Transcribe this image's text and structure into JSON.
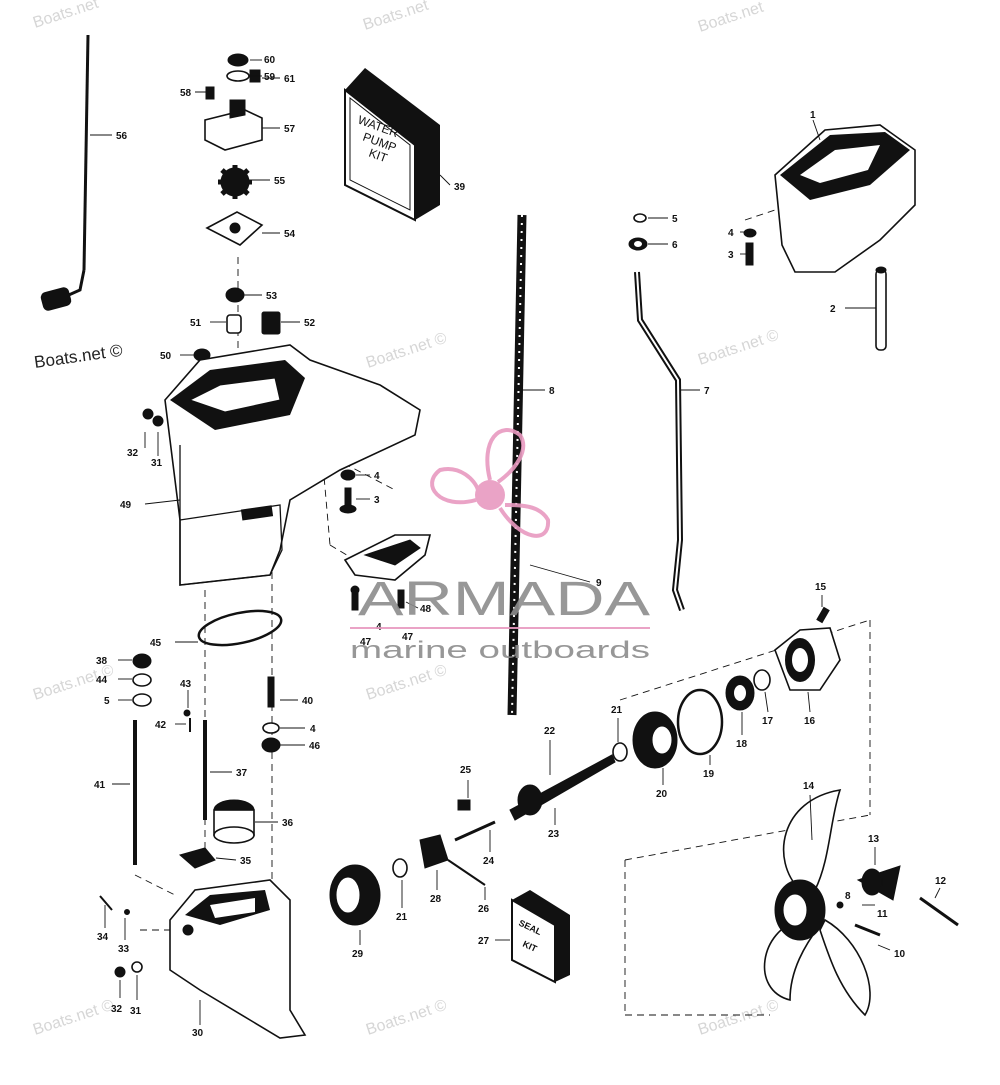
{
  "watermarks": {
    "site": "Boats.net",
    "site_copyright": "Boats.net ©"
  },
  "logo": {
    "brand": "ARMADA",
    "tagline": "marine outboards",
    "brand_color": "#e89ac0"
  },
  "boxes": {
    "water_pump_kit": [
      "WATER",
      "PUMP",
      "KIT"
    ],
    "seal_kit": [
      "SEAL",
      "KIT"
    ]
  },
  "labels": {
    "l1": "1",
    "l2": "2",
    "l3a": "3",
    "l4a": "4",
    "l5a": "5",
    "l6": "6",
    "l7": "7",
    "l8": "8",
    "l9": "9",
    "l3b": "3",
    "l4b": "4",
    "l10": "10",
    "l11": "11",
    "l12": "12",
    "l13": "13",
    "l14": "14",
    "l15": "15",
    "l16": "16",
    "l17": "17",
    "l18": "18",
    "l19": "19",
    "l20": "20",
    "l21a": "21",
    "l21b": "21",
    "l22": "22",
    "l23": "23",
    "l24": "24",
    "l25": "25",
    "l26": "26",
    "l27": "27",
    "l28": "28",
    "l29": "29",
    "l30": "30",
    "l31a": "31",
    "l31b": "31",
    "l32a": "32",
    "l32b": "32",
    "l33": "33",
    "l34": "34",
    "l35": "35",
    "l36": "36",
    "l37": "37",
    "l38": "38",
    "l39": "39",
    "l40": "40",
    "l41": "41",
    "l42": "42",
    "l43": "43",
    "l44": "44",
    "l45": "45",
    "l46": "46",
    "l4c": "4",
    "l4d": "4",
    "l47a": "47",
    "l47b": "47",
    "l48": "48",
    "l49": "49",
    "l50": "50",
    "l51": "51",
    "l52": "52",
    "l53": "53",
    "l54": "54",
    "l55": "55",
    "l56": "56",
    "l57": "57",
    "l58": "58",
    "l59": "59",
    "l60": "60",
    "l61": "61",
    "l5b": "5",
    "l8b": "8"
  }
}
